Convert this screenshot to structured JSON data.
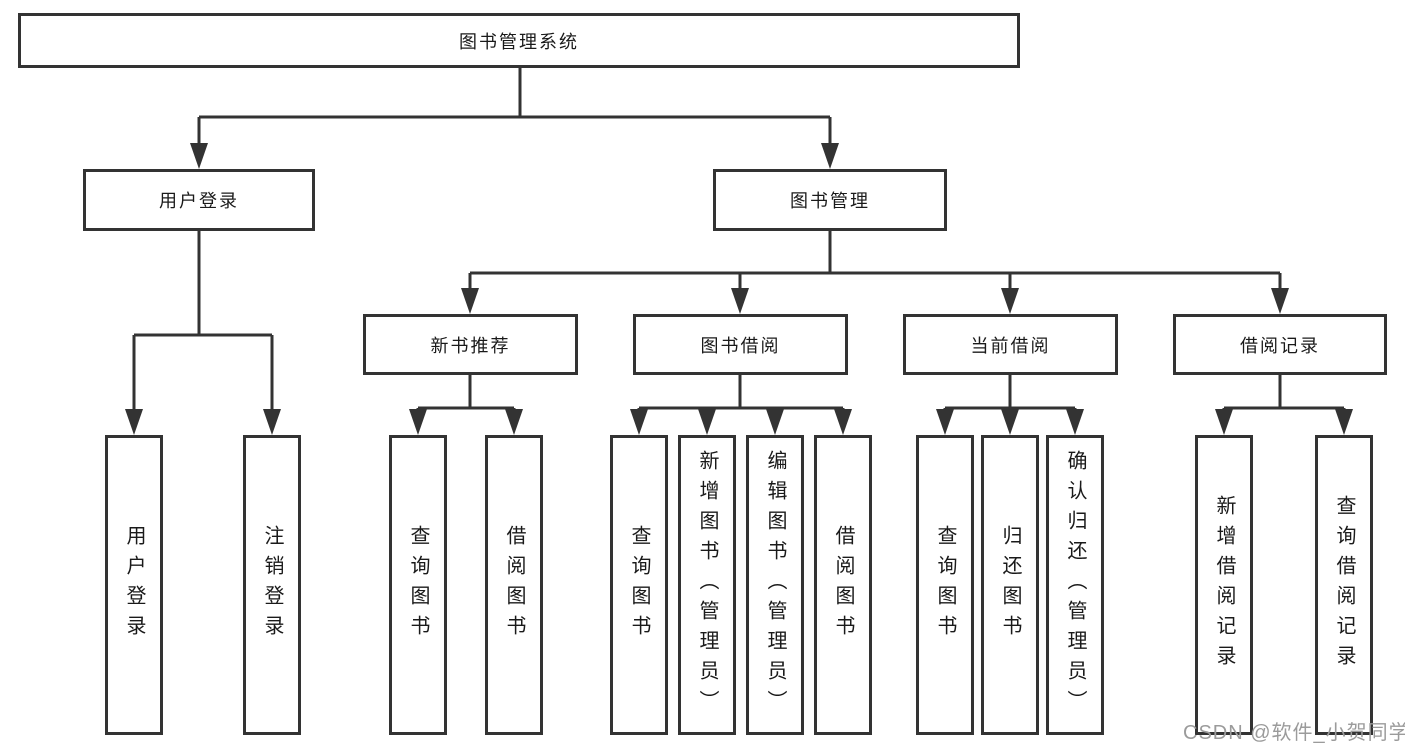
{
  "diagram": {
    "nodes": {
      "root": "图书管理系统",
      "level2": [
        "用户登录",
        "图书管理"
      ],
      "level3": [
        "新书推荐",
        "图书借阅",
        "当前借阅",
        "借阅记录"
      ],
      "leaves_user_login": [
        "用户登录",
        "注销登录"
      ],
      "leaves_new_books": [
        "查询图书",
        "借阅图书"
      ],
      "leaves_book_borrow": [
        "查询图书",
        "新增图书（管理员）",
        "编辑图书（管理员）",
        "借阅图书"
      ],
      "leaves_current_borrow": [
        "查询图书",
        "归还图书",
        "确认归还（管理员）"
      ],
      "leaves_borrow_records": [
        "新增借阅记录",
        "查询借阅记录"
      ]
    },
    "watermark": "CSDN @软件_小贺同学",
    "colors": {
      "line": "#333333",
      "text": "#1a1a1a",
      "watermark": "#9b9b9b",
      "background": "#ffffff"
    }
  }
}
